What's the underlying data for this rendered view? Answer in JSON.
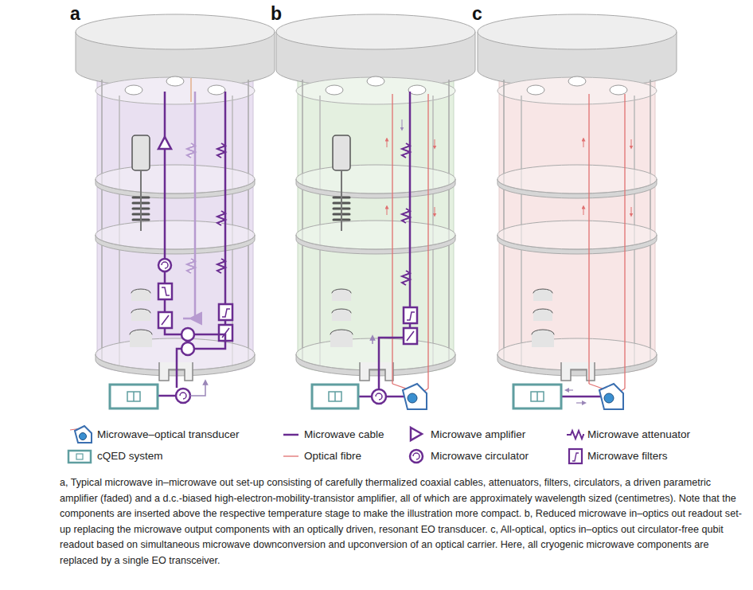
{
  "diagram": {
    "caption": "a, Typical microwave in–microwave out set-up consisting of carefully thermalized coaxial cables, attenuators, filters, circulators, a driven parametric amplifier (faded) and a d.c.-biased high-electron-mobility-transistor amplifier, all of which are approximately wavelength sized (centimetres). Note that the components are inserted above the respective temperature stage to make the illustration more compact. b, Reduced microwave in–optics out readout set-up replacing the microwave output components with an optically driven, resonant EO transducer. c, All-optical, optics in–optics out circulator-free qubit readout based on simultaneous microwave downconversion and upconversion of an optical carrier. Here, all cryogenic microwave components are replaced by a single EO transceiver.",
    "labels": [
      "a",
      "b",
      "c"
    ],
    "legend": [
      {
        "text": "Microwave–optical transducer"
      },
      {
        "text": "Microwave cable"
      },
      {
        "text": "Microwave amplifier"
      },
      {
        "text": "Microwave attenuator"
      },
      {
        "text": "cQED system"
      },
      {
        "text": "Optical fibre"
      },
      {
        "text": "Microwave circulator"
      },
      {
        "text": "Microwave filters"
      }
    ]
  }
}
